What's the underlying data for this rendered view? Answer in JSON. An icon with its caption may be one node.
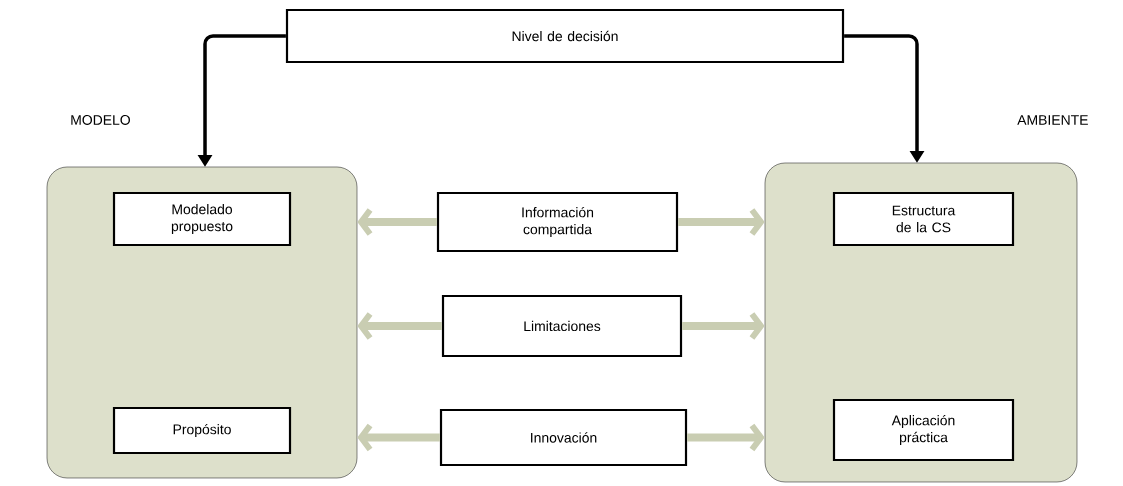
{
  "diagram": {
    "nodes": [
      {
        "text": [
          "Nivel de decisión"
        ]
      },
      {
        "text": [
          "MODELO"
        ]
      },
      {
        "text": [
          "Modelado propuesto"
        ],
        "in": 1
      },
      {
        "text": [
          "Propósito"
        ],
        "in": 1
      },
      {
        "text": [
          "AMBIENTE"
        ]
      },
      {
        "text": [
          "Estructura de la CS"
        ],
        "in": 4
      },
      {
        "text": [
          "Aplicación práctica"
        ],
        "in": 4
      },
      {
        "text": [
          "Información compartida"
        ]
      },
      {
        "text": [
          "Limitaciones"
        ]
      },
      {
        "text": [
          "Innovación"
        ]
      }
    ],
    "edges": [
      {
        "from": 0,
        "to": 1,
        "arrow": "to",
        "color": "#000000"
      },
      {
        "from": 0,
        "to": 4,
        "arrow": "to",
        "color": "#000000"
      },
      {
        "from": 7,
        "to": 1,
        "arrow": "to"
      },
      {
        "from": 7,
        "to": 4,
        "arrow": "to"
      },
      {
        "from": 8,
        "to": 1,
        "arrow": "to"
      },
      {
        "from": 8,
        "to": 4,
        "arrow": "to"
      },
      {
        "from": 9,
        "to": 1,
        "arrow": "to"
      },
      {
        "from": 9,
        "to": 4,
        "arrow": "to"
      }
    ]
  }
}
